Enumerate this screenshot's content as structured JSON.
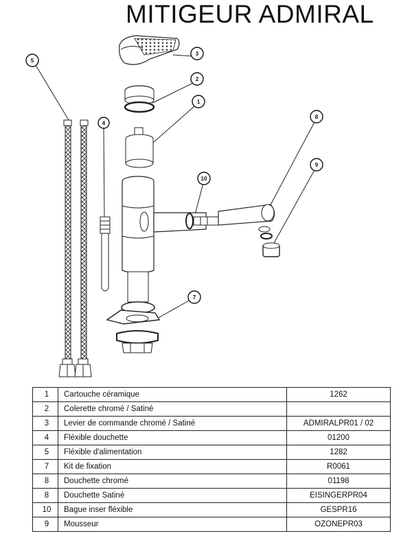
{
  "title": "MITIGEUR ADMIRAL",
  "callouts": [
    {
      "id": "c1",
      "label": "1"
    },
    {
      "id": "c2",
      "label": "2"
    },
    {
      "id": "c3",
      "label": "3"
    },
    {
      "id": "c4",
      "label": "4"
    },
    {
      "id": "c5",
      "label": "5"
    },
    {
      "id": "c6",
      "label": "8"
    },
    {
      "id": "c7",
      "label": "9"
    },
    {
      "id": "c8",
      "label": "10"
    },
    {
      "id": "c9",
      "label": "7"
    }
  ],
  "parts_table": {
    "rows": [
      {
        "num": "1",
        "description": "Cartouche céramique",
        "reference": "1262"
      },
      {
        "num": "2",
        "description": "Colerette chromé / Satiné",
        "reference": ""
      },
      {
        "num": "3",
        "description": "Levier de commande chromé / Satiné",
        "reference": "ADMIRALPR01 / 02"
      },
      {
        "num": "4",
        "description": "Fléxible douchette",
        "reference": "01200"
      },
      {
        "num": "5",
        "description": "Fléxible d'alimentation",
        "reference": "1282"
      },
      {
        "num": "7",
        "description": "Kit de fixation",
        "reference": "R0061"
      },
      {
        "num": "8",
        "description": "Douchette chromé",
        "reference": "01198"
      },
      {
        "num": "8",
        "description": "Douchette Satiné",
        "reference": "EISINGERPR04"
      },
      {
        "num": "10",
        "description": "Bague inser fléxible",
        "reference": "GESPR16"
      },
      {
        "num": "9",
        "description": "Mousseur",
        "reference": "OZONEPR03"
      }
    ]
  }
}
